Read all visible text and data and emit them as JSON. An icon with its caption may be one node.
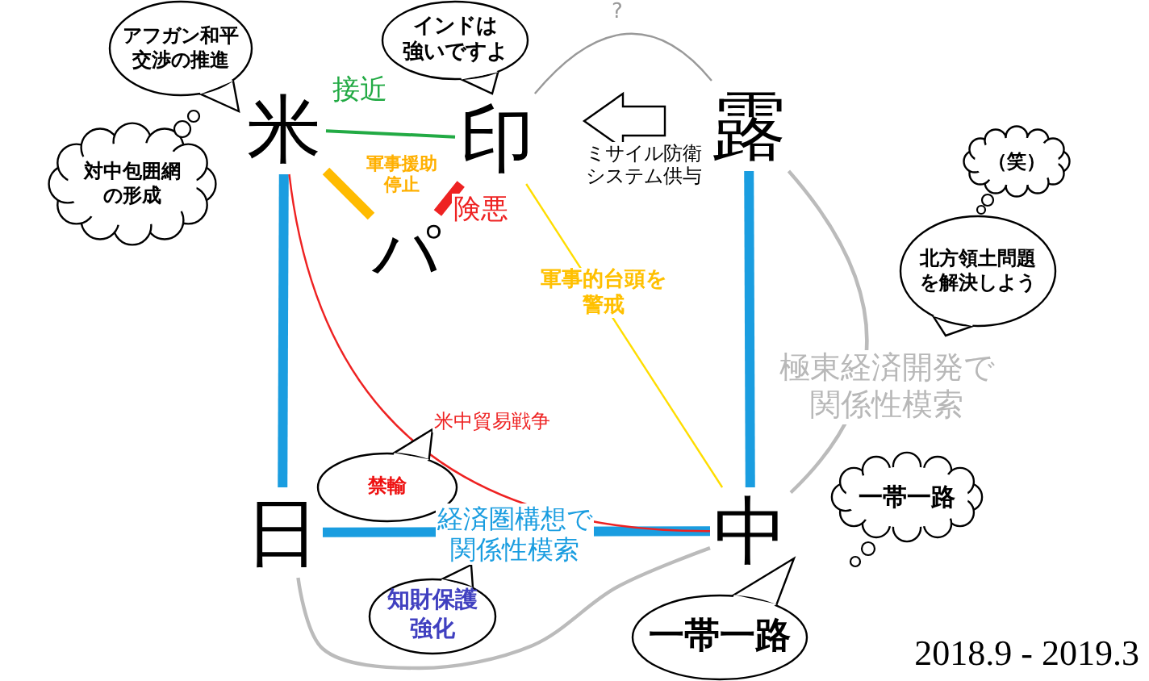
{
  "diagram": {
    "nodes": [
      {
        "text": [
          "米"
        ]
      },
      {
        "text": [
          "印"
        ]
      },
      {
        "text": [
          "露"
        ]
      },
      {
        "text": [
          "パ"
        ]
      },
      {
        "text": [
          "日"
        ]
      },
      {
        "text": [
          "中"
        ]
      },
      {
        "text": [
          "アフガン和平交渉の推進"
        ]
      },
      {
        "text": [
          "対中包囲網の形成"
        ]
      },
      {
        "text": [
          "インドは強いですよ"
        ]
      },
      {
        "text": [
          "（笑）"
        ]
      },
      {
        "text": [
          "北方領土問題を解決しよう"
        ]
      },
      {
        "text": [
          "一帯一路"
        ]
      },
      {
        "text": [
          "一帯一路"
        ]
      },
      {
        "text": [
          "禁輸"
        ]
      },
      {
        "text": [
          "知財保護強化"
        ]
      }
    ],
    "edges": [
      {
        "from": 0,
        "to": 1,
        "arrow": "none",
        "label": "接近",
        "color": "#22aa44"
      },
      {
        "from": 0,
        "to": 3,
        "arrow": "none",
        "label": "軍事援助停止",
        "color": "#ffbb00",
        "style": "thick"
      },
      {
        "from": 1,
        "to": 3,
        "arrow": "none",
        "label": "険悪",
        "color": "#ee2222",
        "style": "thick"
      },
      {
        "from": 2,
        "to": 1,
        "arrow": "to",
        "label": "ミサイル防衛システム供与",
        "color": "#000000"
      },
      {
        "from": 1,
        "to": 2,
        "arrow": "none",
        "label": "?",
        "color": "#999999"
      },
      {
        "from": 0,
        "to": 4,
        "arrow": "none",
        "color": "#1a9de0",
        "style": "thick"
      },
      {
        "from": 4,
        "to": 5,
        "arrow": "none",
        "label": "経済圏構想で関係性模索",
        "color": "#1a9de0",
        "style": "thick"
      },
      {
        "from": 2,
        "to": 5,
        "arrow": "none",
        "color": "#1a9de0",
        "style": "thick"
      },
      {
        "from": 0,
        "to": 5,
        "arrow": "none",
        "label": "米中貿易戦争",
        "color": "#ee2222"
      },
      {
        "from": 1,
        "to": 5,
        "arrow": "none",
        "label": "軍事的台頭を警戒",
        "color": "#ffdd00"
      },
      {
        "from": 2,
        "to": 5,
        "arrow": "none",
        "label": "極東経済開発で関係性模索",
        "color": "#bbbbbb"
      },
      {
        "from": 4,
        "to": 5,
        "arrow": "none",
        "color": "#bbbbbb"
      }
    ],
    "labels": [
      "2018.9 - 2019.3"
    ]
  }
}
